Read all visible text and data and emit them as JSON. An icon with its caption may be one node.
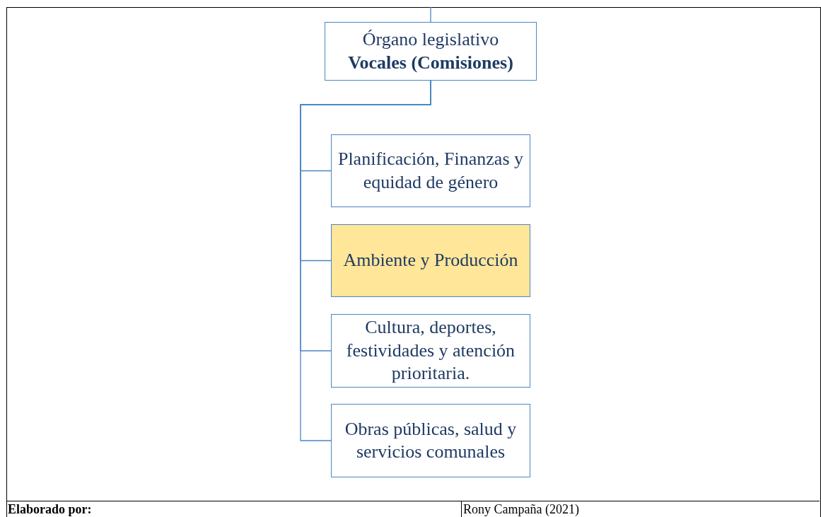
{
  "diagram": {
    "nodes": [
      {
        "text": [
          "Órgano legislativo",
          "Vocales (Comisiones)"
        ]
      },
      {
        "text": [
          "Planificación, Finanzas y equidad de género"
        ]
      },
      {
        "text": [
          "Ambiente y Producción"
        ]
      },
      {
        "text": [
          "Cultura, deportes, festividades y atención prioritaria."
        ]
      },
      {
        "text": [
          "Obras públicas, salud y servicios comunales"
        ]
      }
    ],
    "edges": [
      {
        "from": null,
        "to": 0,
        "arrow": "none"
      },
      {
        "from": 0,
        "to": 1,
        "arrow": "none"
      },
      {
        "from": 0,
        "to": 2,
        "arrow": "none"
      },
      {
        "from": 0,
        "to": 3,
        "arrow": "none"
      },
      {
        "from": 0,
        "to": 4,
        "arrow": "none"
      }
    ],
    "labels": [
      "Elaborado por:",
      "Rony Campaña (2021)"
    ]
  }
}
